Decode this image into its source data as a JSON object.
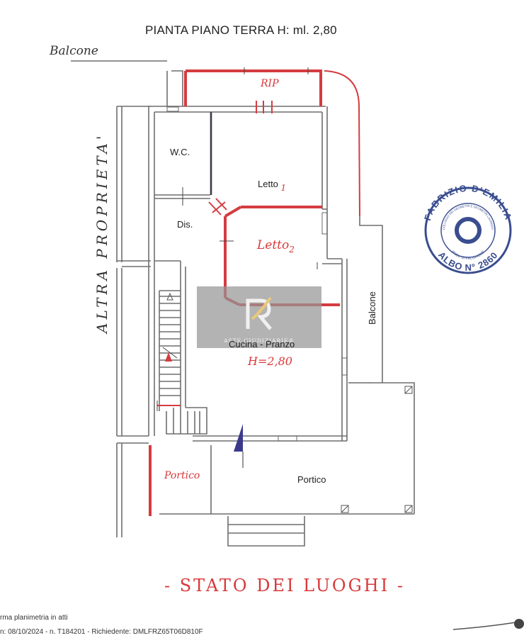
{
  "title": "PIANTA PIANO TERRA   H: ml. 2,80",
  "labels": {
    "balcone_top": "Balcone",
    "altra_proprieta": "ALTRA PROPRIETA'",
    "rip": "RIP",
    "wc": "W.C.",
    "letto1": "Letto",
    "letto1_num": "1",
    "dis": "Dis.",
    "letto2": "Letto",
    "letto2_num": "2",
    "cucina": "Cucina - Pranzo",
    "h280": "H=2,80",
    "balcone_side": "Balcone",
    "portico_small": "Portico",
    "portico": "Portico",
    "stato": "- STATO DEI LUOGHI -"
  },
  "stamp": {
    "top_text": "FABRIZIO D'EMILIA",
    "inner_text": "COLLEGIO DEI GEOMETRI E GEOMETRI LAUREATI",
    "inner_bottom": "PROV. DI FROSINONE",
    "bottom_text": "ALBO N° 2860"
  },
  "watermark": {
    "text": "ASTE GIUDIZIARIE®"
  },
  "footer": {
    "line1": "rma planimetria in atti",
    "line2": "n: 08/10/2024 - n. T184201 - Richiedente: DMLFRZ65T06D810F"
  },
  "colors": {
    "wall": "#6e6e6e",
    "red_wall": "#d43c40",
    "ink_red": "#d8383a",
    "dark_wall": "#3a3a44",
    "stamp": "#3a4d8f"
  }
}
